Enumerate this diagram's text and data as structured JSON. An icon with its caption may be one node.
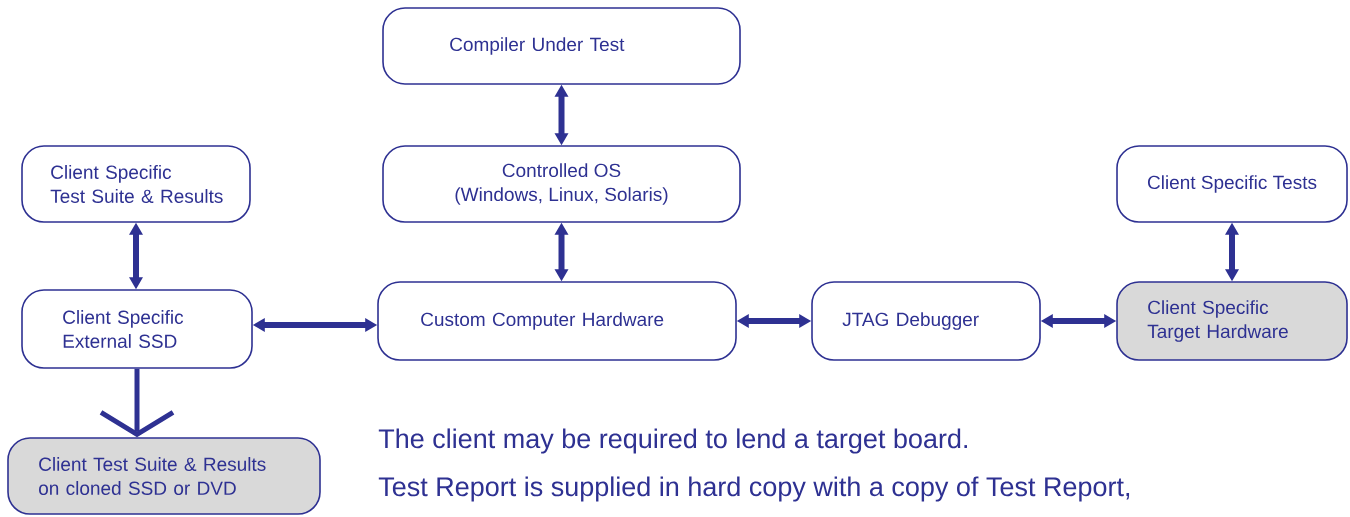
{
  "diagram": {
    "nodes": [
      {
        "text": [
          "Compiler Under Test"
        ]
      },
      {
        "text": [
          "Controlled OS",
          "(Windows, Linux, Solaris)"
        ]
      },
      {
        "text": [
          "Client Specific",
          "Test Suite & Results"
        ]
      },
      {
        "text": [
          "Client Specific Tests"
        ]
      },
      {
        "text": [
          "Client Specific",
          "External SSD"
        ]
      },
      {
        "text": [
          "Custom Computer Hardware"
        ]
      },
      {
        "text": [
          "JTAG Debugger"
        ]
      },
      {
        "text": [
          "Client Specific",
          "Target Hardware"
        ]
      },
      {
        "text": [
          "Client Test Suite & Results",
          "on cloned SSD or DVD"
        ]
      }
    ],
    "edges": [
      {
        "from": 0,
        "to": 1,
        "arrow": "both"
      },
      {
        "from": 1,
        "to": 5,
        "arrow": "both"
      },
      {
        "from": 2,
        "to": 4,
        "arrow": "both"
      },
      {
        "from": 5,
        "to": 4,
        "arrow": "both"
      },
      {
        "from": 5,
        "to": 6,
        "arrow": "both"
      },
      {
        "from": 6,
        "to": 7,
        "arrow": "both"
      },
      {
        "from": 3,
        "to": 7,
        "arrow": "both"
      },
      {
        "from": 4,
        "to": 8,
        "arrow": "to"
      }
    ],
    "labels": [
      "The client may be required to lend a target board.",
      "Test Report is supplied in hard copy with a copy of Test Report,"
    ]
  }
}
